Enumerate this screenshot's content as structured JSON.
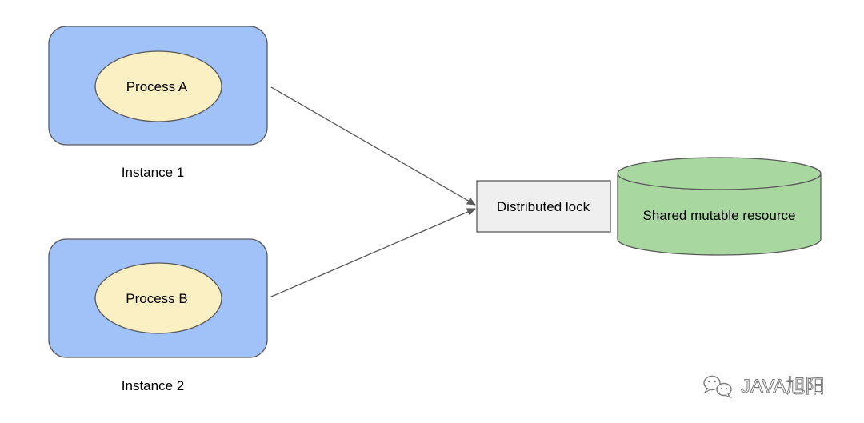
{
  "colors": {
    "instance_fill": "#a0c2f9",
    "process_fill": "#fbefc4",
    "lock_fill": "#efefef",
    "resource_fill": "#a8d8a0",
    "stroke": "#595959",
    "arrow": "#595959"
  },
  "instances": [
    {
      "label": "Instance 1",
      "process": "Process A"
    },
    {
      "label": "Instance 2",
      "process": "Process B"
    }
  ],
  "lock": {
    "label": "Distributed lock"
  },
  "resource": {
    "label": "Shared mutable resource",
    "shape": "cylinder"
  },
  "watermark": {
    "text": "JAVA旭阳",
    "icon": "wechat-icon"
  }
}
